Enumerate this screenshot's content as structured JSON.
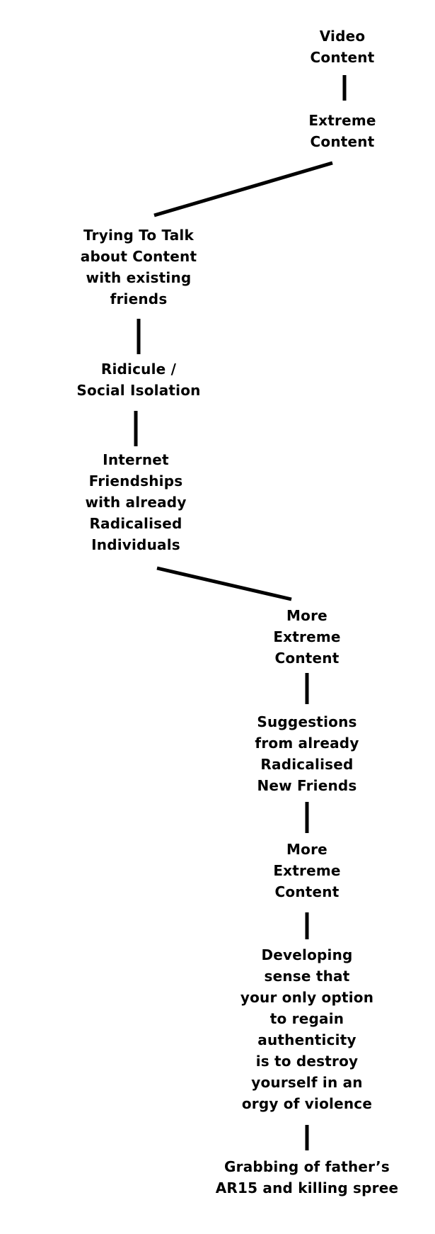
{
  "nodes": [
    {
      "id": "video-content",
      "label": "Video\nContent"
    },
    {
      "id": "extreme-content",
      "label": "Extreme\nContent"
    },
    {
      "id": "talk-with-friends",
      "label": "Trying To Talk\nabout Content\nwith existing\nfriends"
    },
    {
      "id": "ridicule-isolation",
      "label": "Ridicule /\nSocial Isolation"
    },
    {
      "id": "internet-friendships",
      "label": "Internet\nFriendships\nwith already\nRadicalised\nIndividuals"
    },
    {
      "id": "more-extreme-content-1",
      "label": "More\nExtreme\nContent"
    },
    {
      "id": "suggestions-new-friends",
      "label": "Suggestions\nfrom already\nRadicalised\nNew Friends"
    },
    {
      "id": "more-extreme-content-2",
      "label": "More\nExtreme\nContent"
    },
    {
      "id": "developing-sense",
      "label": "Developing\nsense that\nyour only option\nto regain\nauthenticity\nis to destroy\nyourself in an\norgy of violence"
    },
    {
      "id": "killing-spree",
      "label": "Grabbing of father’s\nAR15 and killing spree"
    }
  ],
  "edges": [
    {
      "from": "video-content",
      "to": "extreme-content"
    },
    {
      "from": "extreme-content",
      "to": "talk-with-friends"
    },
    {
      "from": "talk-with-friends",
      "to": "ridicule-isolation"
    },
    {
      "from": "ridicule-isolation",
      "to": "internet-friendships"
    },
    {
      "from": "internet-friendships",
      "to": "more-extreme-content-1"
    },
    {
      "from": "more-extreme-content-1",
      "to": "suggestions-new-friends"
    },
    {
      "from": "suggestions-new-friends",
      "to": "more-extreme-content-2"
    },
    {
      "from": "more-extreme-content-2",
      "to": "developing-sense"
    },
    {
      "from": "developing-sense",
      "to": "killing-spree"
    }
  ],
  "colors": {
    "text": "#000000",
    "line": "#000000",
    "background": "#ffffff"
  }
}
